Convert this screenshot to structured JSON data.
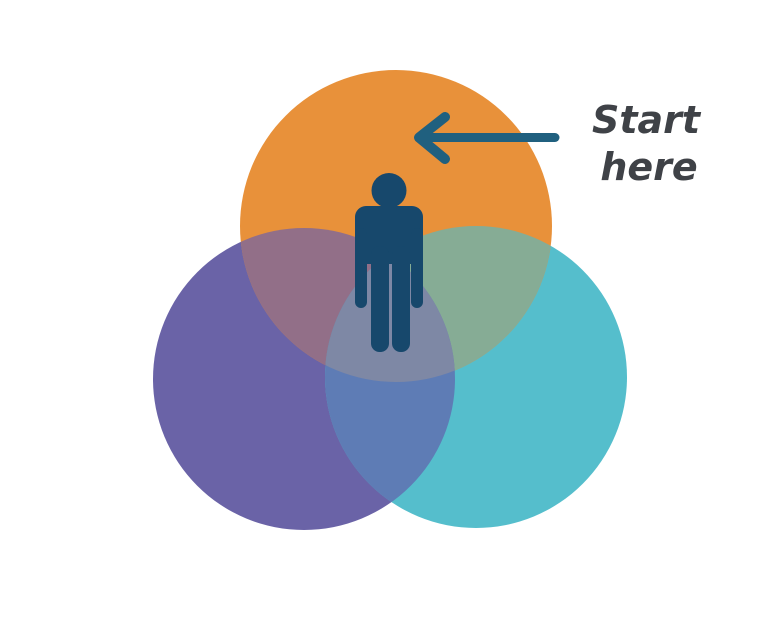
{
  "title": "Venn diagram with person and Start here annotation",
  "annotation": {
    "lines": [
      "Start",
      "here"
    ]
  },
  "icons": {
    "person": "standing-person-pictogram",
    "arrow": "left-pointing-arrow"
  },
  "colors": {
    "background": "#ffffff",
    "circle_orange": "#E8913A",
    "circle_purple": "#6A63A7",
    "circle_teal": "#55BECC",
    "overlap_orange_purple": "#926F88",
    "overlap_orange_teal": "#86AC95",
    "overlap_purple_teal": "#5E7CB5",
    "overlap_center": "#7E88A5",
    "person": "#17486C",
    "arrow": "#20607F",
    "annotation_text": "#3F4247"
  }
}
